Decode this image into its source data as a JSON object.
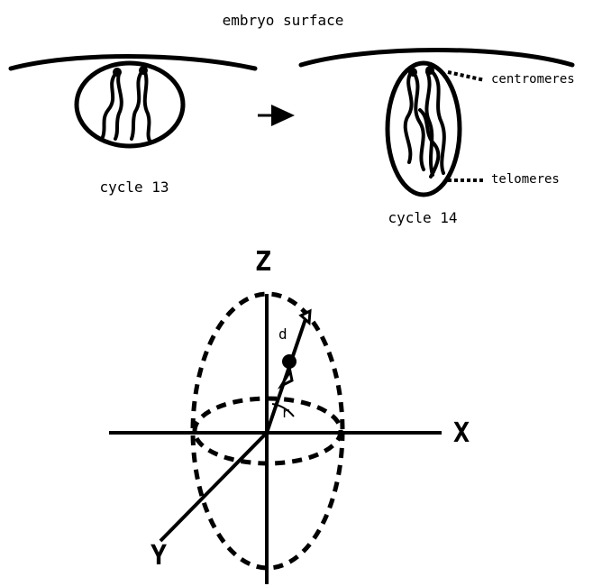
{
  "top_panel": {
    "title": "embryo surface",
    "cycle13_label": "cycle 13",
    "cycle14_label": "cycle 14",
    "centromeres_label": "centromeres",
    "telomeres_label": "telomeres"
  },
  "bottom_panel": {
    "axis_z": "Z",
    "axis_x": "X",
    "axis_y": "Y",
    "label_d": "d",
    "label_r": "r"
  }
}
